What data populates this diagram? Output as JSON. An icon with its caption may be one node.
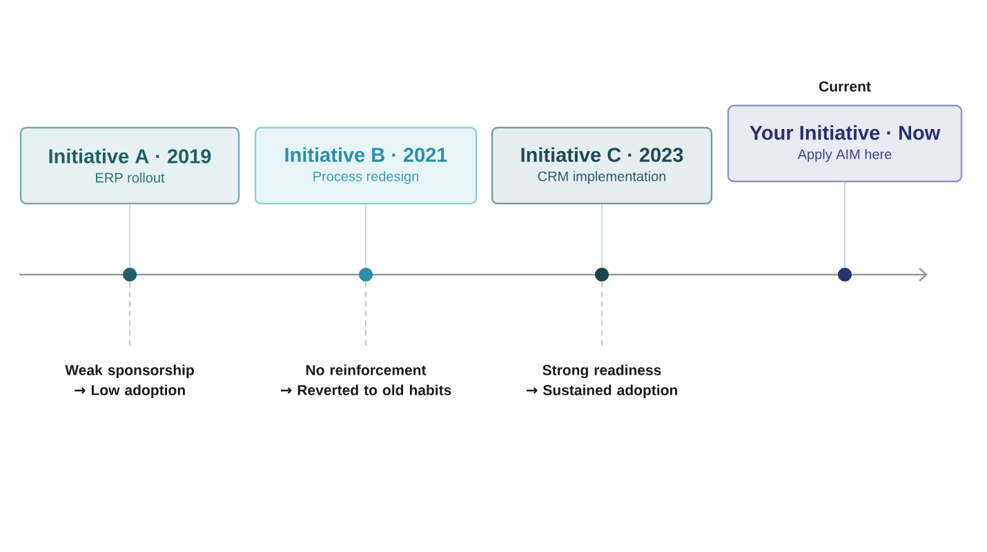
{
  "diagram": {
    "nodes": [
      {
        "text": [
          "Initiative A · 2019",
          "ERP rollout"
        ]
      },
      {
        "text": [
          "Initiative B · 2021",
          "Process redesign"
        ]
      },
      {
        "text": [
          "Initiative C · 2023",
          "CRM implementation"
        ]
      },
      {
        "text": [
          "Your Initiative · Now",
          "Apply AIM here"
        ],
        "beside": [
          "Current"
        ]
      },
      {
        "text": [],
        "shape": "circle"
      },
      {
        "text": [],
        "shape": "circle"
      },
      {
        "text": [],
        "shape": "circle"
      },
      {
        "text": [],
        "shape": "circle"
      },
      {
        "text": [
          "Weak sponsorship → Low adoption"
        ]
      },
      {
        "text": [
          "No reinforcement → Reverted to old habits"
        ]
      },
      {
        "text": [
          "Strong readiness → Sustained adoption"
        ]
      }
    ],
    "edges": [
      {
        "from": 0,
        "to": 4,
        "arrow": "none"
      },
      {
        "from": 1,
        "to": 5,
        "arrow": "none"
      },
      {
        "from": 2,
        "to": 6,
        "arrow": "none"
      },
      {
        "from": 3,
        "to": 7,
        "arrow": "none"
      },
      {
        "from": 4,
        "to": 8,
        "arrow": "none",
        "style": "dashed"
      },
      {
        "from": 5,
        "to": 9,
        "arrow": "none",
        "style": "dashed"
      },
      {
        "from": 6,
        "to": 10,
        "arrow": "none",
        "style": "dashed"
      }
    ]
  }
}
